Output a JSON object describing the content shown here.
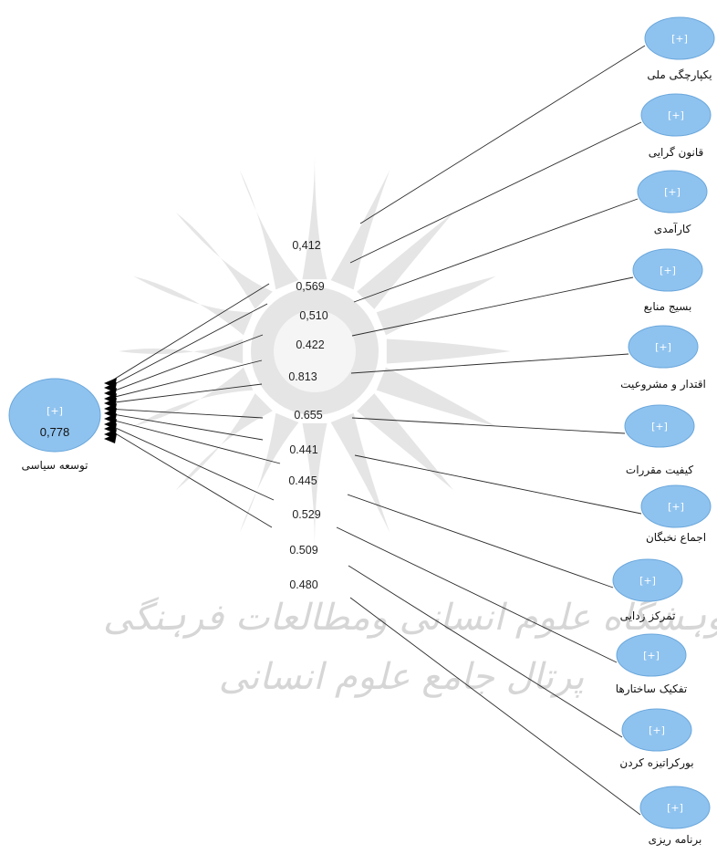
{
  "watermark": {
    "line1": "پژوہشگاه علوم انسانی ومطالعات فرہنگی",
    "line2": "پرتال جامع علوم انسانی"
  },
  "target": {
    "plus": "[+]",
    "r2": "0,778",
    "label": "توسعه سیاسی"
  },
  "indicators": [
    {
      "plus": "[+]",
      "label": "یکپارچگی ملی",
      "coef": "0,412"
    },
    {
      "plus": "[+]",
      "label": "قانون گرایی",
      "coef": "0,569"
    },
    {
      "plus": "[+]",
      "label": "کارآمدی",
      "coef": "0,510"
    },
    {
      "plus": "[+]",
      "label": "بسیج منابع",
      "coef": "0.422"
    },
    {
      "plus": "[+]",
      "label": "اقتدار و مشروعیت",
      "coef": "0.813"
    },
    {
      "plus": "[+]",
      "label": "کیفیت مقررات",
      "coef": "0.655"
    },
    {
      "plus": "[+]",
      "label": "اجماع نخبگان",
      "coef": "0.441"
    },
    {
      "plus": "[+]",
      "label": "تمرکز زدایی",
      "coef": "0.445"
    },
    {
      "plus": "[+]",
      "label": "تفکیک ساختارها",
      "coef": "0.529"
    },
    {
      "plus": "[+]",
      "label": "بورکراتیزه کردن",
      "coef": "0.509"
    },
    {
      "plus": "[+]",
      "label": "برنامه ریزی",
      "coef": "0.480"
    }
  ]
}
